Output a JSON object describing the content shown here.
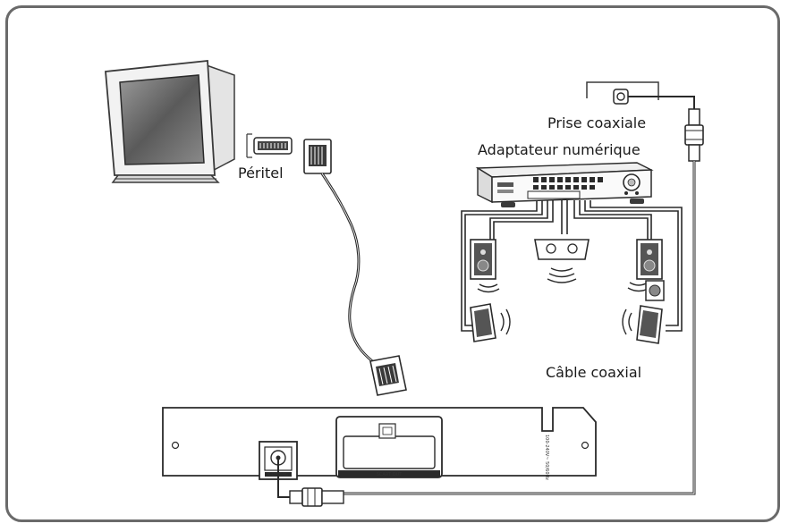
{
  "labels": {
    "scart": "Péritel",
    "coax_socket": "Prise coaxiale",
    "digital_adapter": "Adaptateur numérique",
    "coax_cable": "Câble coaxial"
  },
  "panel": {
    "coaxial_port": "COAXIAL",
    "scart_out": "SCART OUT",
    "power_rating": "100-240V~ 50/60Hz"
  },
  "colors": {
    "outline": "#3a3a3a",
    "frame": "#6a6a6a",
    "screen": "#6b6b6b"
  }
}
